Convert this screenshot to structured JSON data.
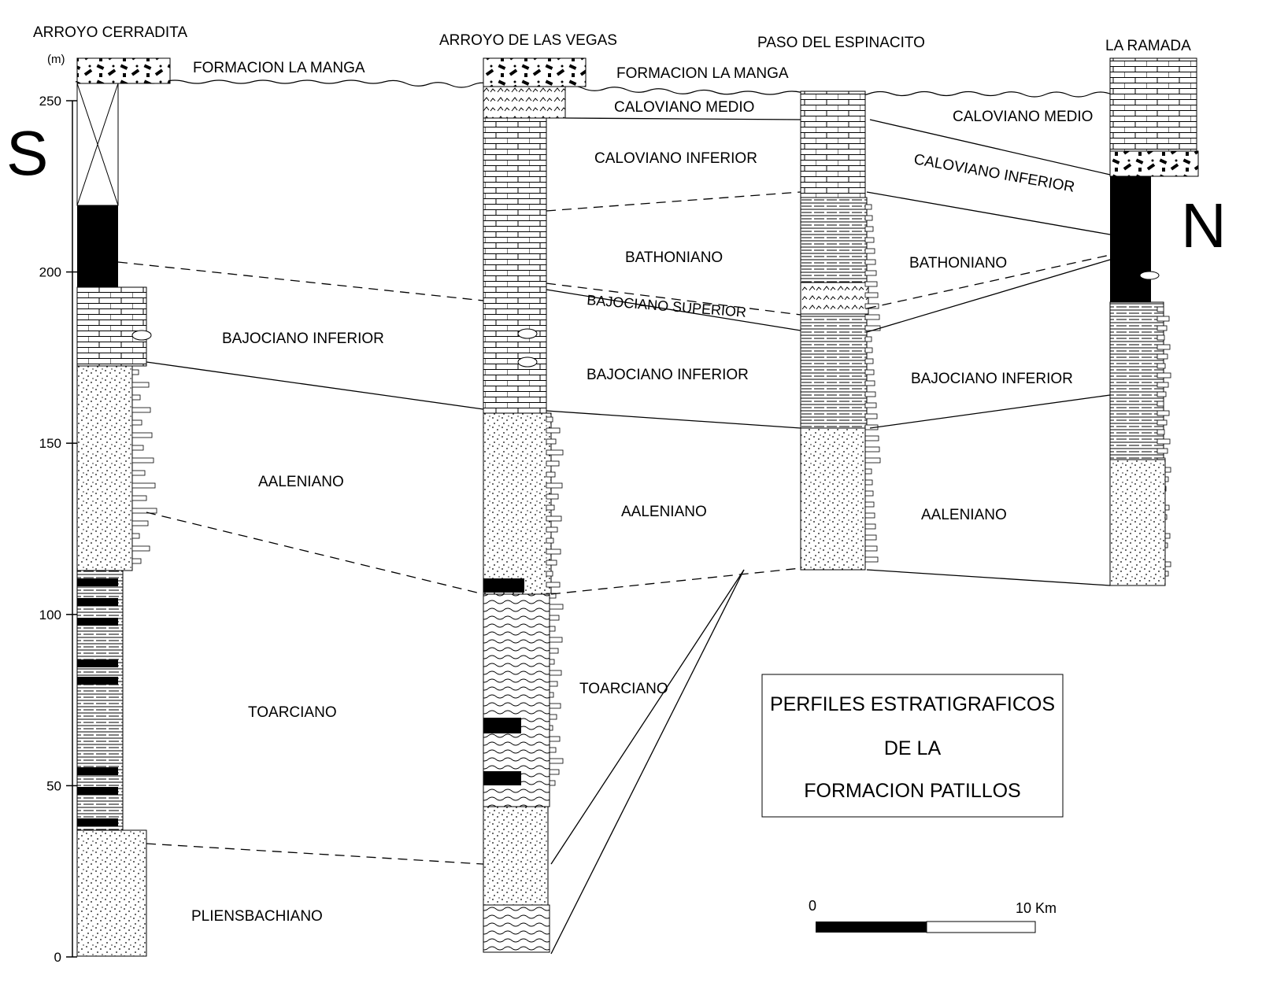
{
  "direction": {
    "south": "S",
    "north": "N"
  },
  "scale_axis": {
    "unit": "(m)",
    "ticks": [
      "250",
      "200",
      "150",
      "100",
      "50",
      "0"
    ]
  },
  "columns": [
    {
      "id": "arroyo-cerradita",
      "name": "ARROYO CERRADITA"
    },
    {
      "id": "arroyo-vegas",
      "name": "ARROYO DE LAS VEGAS"
    },
    {
      "id": "paso-espinacito",
      "name": "PASO DEL ESPINACITO"
    },
    {
      "id": "la-ramada",
      "name": "LA RAMADA"
    }
  ],
  "stage_labels": {
    "manga_1": "FORMACION LA MANGA",
    "manga_2": "FORMACION LA MANGA",
    "caloviano_medio_1": "CALOVIANO MEDIO",
    "caloviano_medio_2": "CALOVIANO MEDIO",
    "caloviano_inferior_1": "CALOVIANO INFERIOR",
    "caloviano_inferior_2": "CALOVIANO INFERIOR",
    "bathoniano_1": "BATHONIANO",
    "bathoniano_2": "BATHONIANO",
    "bajociano_superior": "BAJOCIANO SUPERIOR",
    "bajociano_inferior_1": "BAJOCIANO INFERIOR",
    "bajociano_inferior_2": "BAJOCIANO INFERIOR",
    "bajociano_inferior_3": "BAJOCIANO INFERIOR",
    "aaleniano_1": "AALENIANO",
    "aaleniano_2": "AALENIANO",
    "aaleniano_3": "AALENIANO",
    "toarciano_1": "TOARCIANO",
    "toarciano_2": "TOARCIANO",
    "pliensbachiano": "PLIENSBACHIANO"
  },
  "title_box": {
    "line1": "PERFILES ESTRATIGRAFICOS",
    "line2": "DE LA",
    "line3": "FORMACION PATILLOS"
  },
  "scale_bar": {
    "start": "0",
    "end": "10 Km"
  },
  "colors": {
    "ink": "#000000",
    "paper": "#ffffff"
  }
}
